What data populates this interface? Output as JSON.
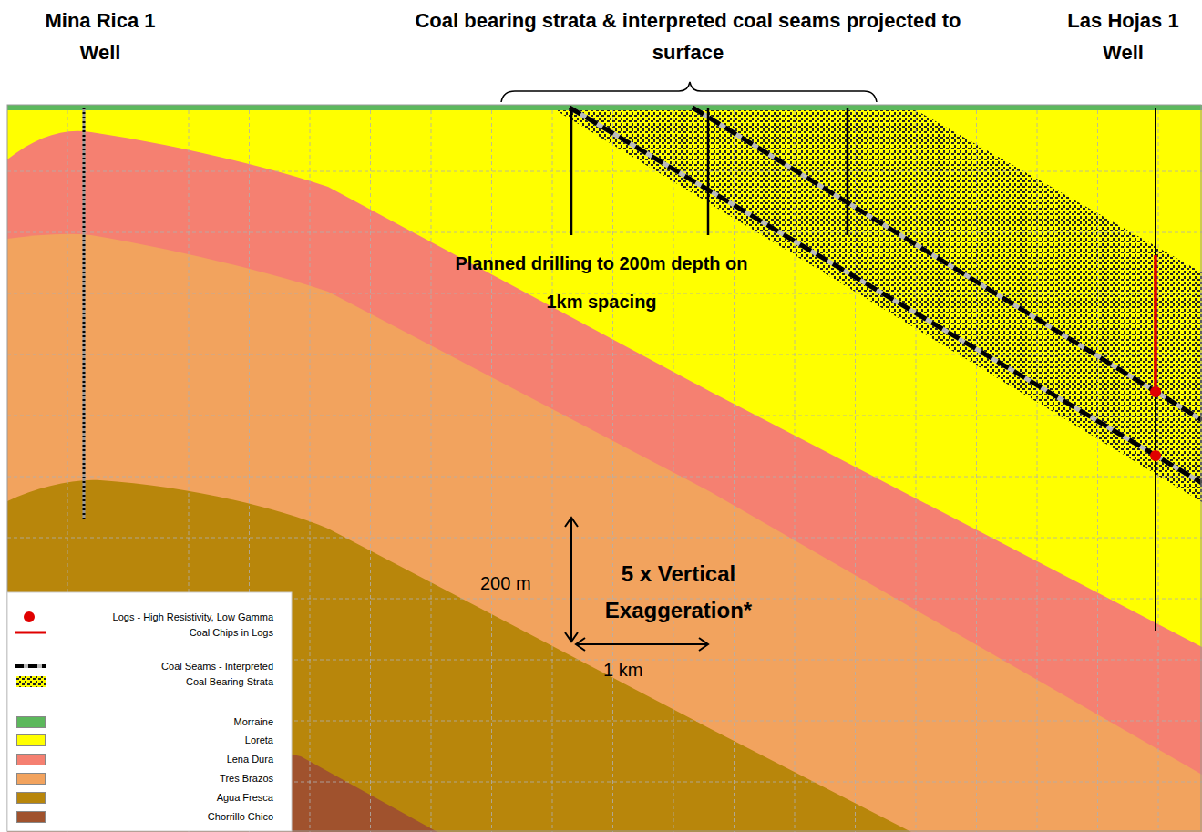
{
  "diagram": {
    "labels": [
      "Mina Rica 1 Well",
      "Coal bearing strata & interpreted coal seams projected to surface",
      "Las Hojas 1 Well",
      "Planned drilling to 200m depth on 1km spacing",
      "200 m",
      "5 x Vertical Exaggeration*",
      "1 km"
    ],
    "legend": [
      {
        "text": "Logs - High Resistivity, Low Gamma"
      },
      {
        "text": "Coal Chips in Logs"
      },
      {
        "text": "Coal Seams - Interpreted"
      },
      {
        "text": "Coal Bearing Strata"
      },
      {
        "text": "Morraine",
        "color": "#5cb85c"
      },
      {
        "text": "Loreta",
        "color": "#ffff00"
      },
      {
        "text": "Lena Dura",
        "color": "#f58071"
      },
      {
        "text": "Tres Brazos",
        "color": "#f2a35e"
      },
      {
        "text": "Agua Fresca",
        "color": "#b8860b"
      },
      {
        "text": "Chorrillo Chico",
        "color": "#a0522d"
      }
    ]
  }
}
